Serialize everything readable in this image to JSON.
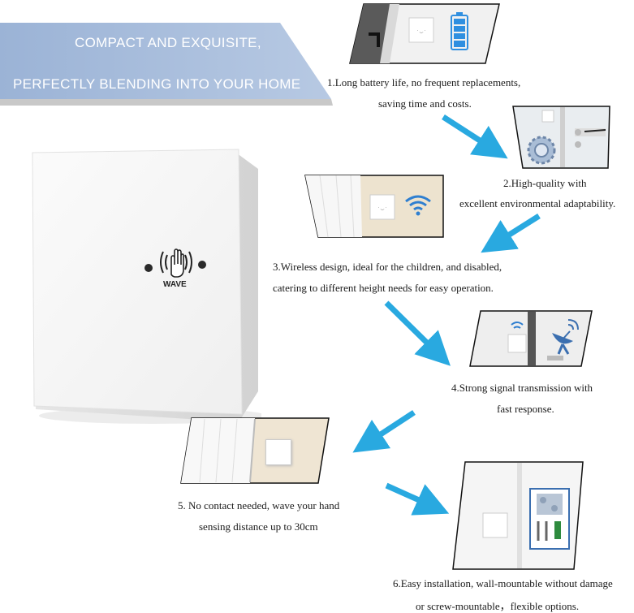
{
  "banner": {
    "line1": "COMPACT AND EXQUISITE,",
    "line2": "PERFECTLY BLENDING INTO YOUR HOME"
  },
  "device": {
    "label": "WAVE",
    "icon": "wave-hand-icon"
  },
  "features": [
    {
      "line1": "1.Long battery life, no frequent replacements,",
      "line2": "saving time and costs.",
      "icon": "battery-icon"
    },
    {
      "line1": "2.High-quality with",
      "line2": "excellent environmental adaptability.",
      "icon": "gear-icon"
    },
    {
      "line1": "3.Wireless design, ideal for the children, and disabled,",
      "line2": "catering to different height needs for easy operation.",
      "icon": "wifi-icon"
    },
    {
      "line1": "4.Strong signal transmission with",
      "line2": "fast response.",
      "icon": "satellite-dish-icon"
    },
    {
      "line1": "5. No contact needed, wave your hand",
      "line2": "sensing distance up to 30cm",
      "icon": "switch-icon"
    },
    {
      "line1": "6.Easy installation, wall-mountable without damage",
      "line2": "or screw-mountable，flexible options.",
      "icon": "screws-icon"
    }
  ],
  "colors": {
    "banner": "#a9bfdd",
    "arrow": "#29a9e0",
    "battery": "#2f8fe0"
  }
}
